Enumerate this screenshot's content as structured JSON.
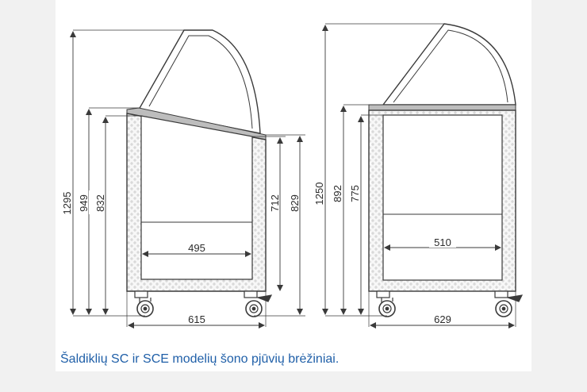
{
  "caption": "Šaldiklių SC ir SCE modelių šono pjūvių brėžiniai.",
  "colors": {
    "background": "#f1f1f1",
    "card": "#ffffff",
    "line": "#3a3a3a",
    "dimension": "#3a3a3a",
    "caption": "#1f5fa8"
  },
  "left_drawing": {
    "dims": {
      "total_height": "1295",
      "cabinet_height": "949",
      "inner_height_left": "832",
      "inner_height_right": "712",
      "outer_height_right": "829",
      "inner_width": "495",
      "total_width": "615"
    }
  },
  "right_drawing": {
    "dims": {
      "total_height": "1250",
      "cabinet_height": "892",
      "inner_height": "775",
      "inner_width": "510",
      "total_width": "629"
    }
  }
}
